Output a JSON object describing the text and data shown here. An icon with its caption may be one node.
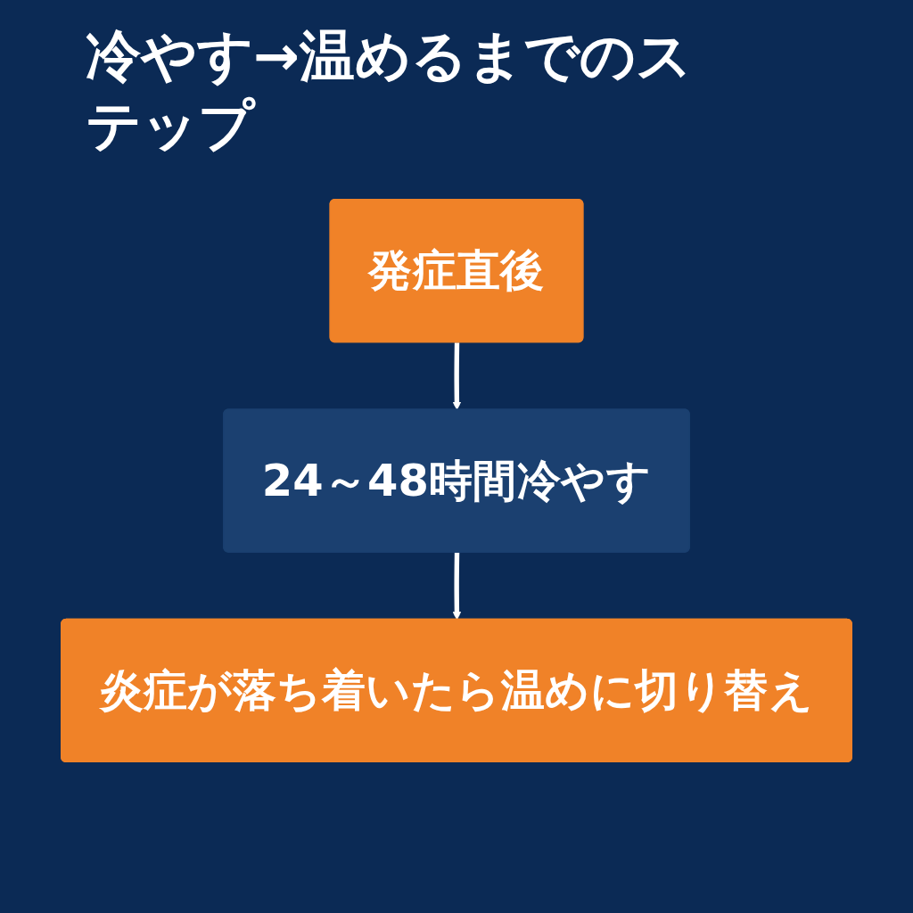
{
  "diagram": {
    "title": "冷やす→温めるまでのステップ",
    "nodes": [
      {
        "text": [
          "発症直後"
        ]
      },
      {
        "text": [
          "24～48時間冷やす"
        ]
      },
      {
        "text": [
          "炎症が落ち着いたら温めに切り替え"
        ]
      }
    ],
    "edges": [
      {
        "from": 0,
        "to": 1,
        "arrow": "to"
      },
      {
        "from": 1,
        "to": 2,
        "arrow": "to"
      }
    ]
  }
}
